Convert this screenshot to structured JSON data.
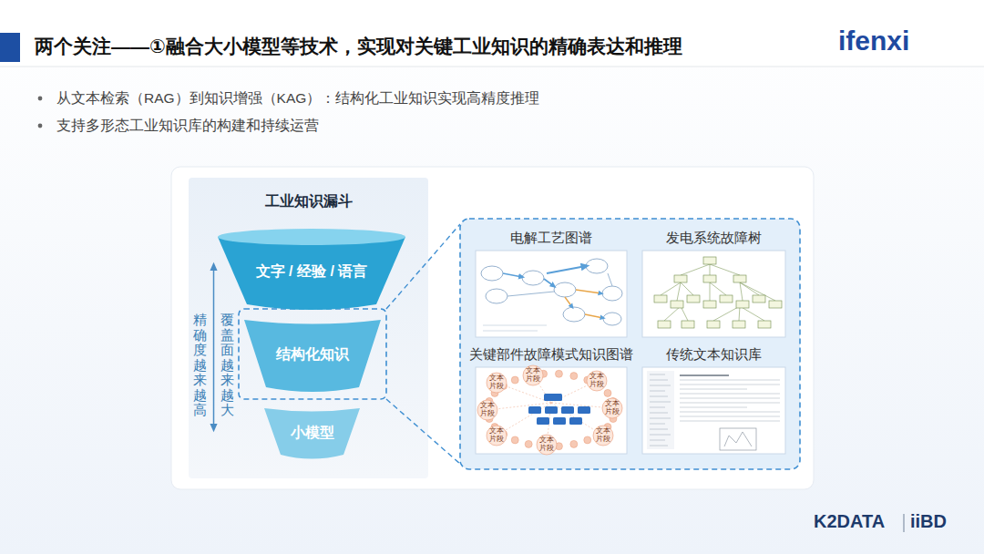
{
  "diagram": {
    "title": "两个关注——①融合大小模型等技术，实现对关键工业知识的精确表达和推理",
    "nodes": [
      {
        "text": [
          "工业知识漏斗"
        ]
      },
      {
        "text": [
          "文字 / 经验 / 语言"
        ],
        "in": 0
      },
      {
        "text": [
          "结构化知识"
        ],
        "in": 0
      },
      {
        "text": [
          "小模型"
        ],
        "in": 0
      },
      {
        "text": [
          "电解工艺图谱"
        ]
      },
      {
        "text": [
          "发电系统故障树"
        ]
      },
      {
        "text": [
          "关键部件故障模式知识图谱"
        ]
      },
      {
        "text": [
          "传统文本知识库"
        ]
      }
    ],
    "labels": [
      "ifenxi",
      "从文本检索（RAG）到知识增强（KAG）：结构化工业知识实现高精度推理",
      "支持多形态工业知识库的构建和持续运营",
      "精确度越来越高",
      "覆盖面越来越大",
      "文本片段",
      "文本片段",
      "文本片段",
      "文本片段",
      "文本片段",
      "文本片段",
      "文本片段",
      "文本片段",
      "K2DATA",
      "iiBD"
    ]
  }
}
